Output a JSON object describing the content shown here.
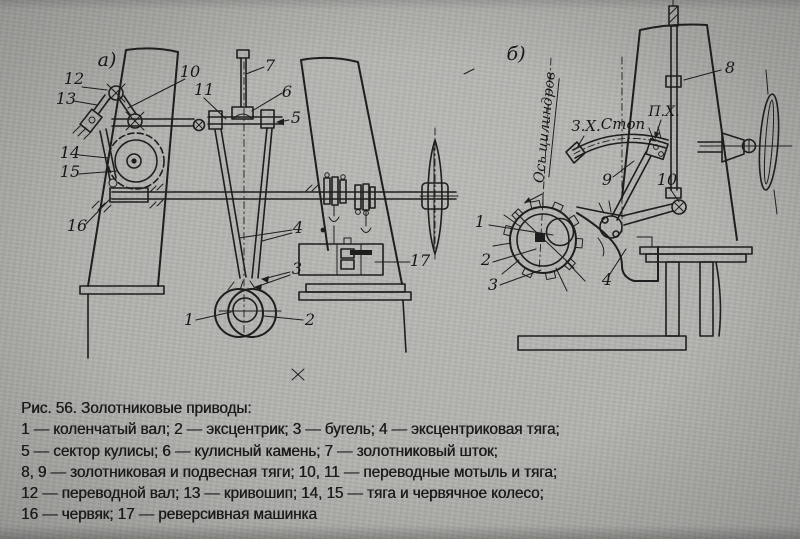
{
  "page": {
    "paper_color": "#b2b2ae",
    "ink_color": "#1e1e1e"
  },
  "caption": {
    "title": "Рис. 56. Золотниковые приводы:",
    "lines": [
      "1 — коленчатый вал; 2 — эксцентрик; 3 — бугель; 4 — эксцентриковая тяга;",
      "5 — сектор кулисы; 6 — кулисный камень; 7 — золотниковый шток;",
      "8, 9 — золотниковая и подвесная тяги; 10, 11 — переводные мотыль и тяга;",
      "12 — переводной вал; 13 — кривошип; 14, 15 — тяга и червячное колесо;",
      "16 — червяк; 17 — реверсивная машинка"
    ]
  },
  "diagram_a": {
    "panel_label": "а)",
    "callouts": {
      "n1": "1",
      "n2": "2",
      "n3": "3",
      "n4": "4",
      "n5": "5",
      "n6": "6",
      "n7": "7",
      "n10": "10",
      "n11": "11",
      "n12": "12",
      "n13": "13",
      "n14": "14",
      "n15": "15",
      "n16": "16",
      "n17": "17"
    }
  },
  "diagram_b": {
    "panel_label": "б)",
    "axis_label": "Ось цилиндров",
    "labels": {
      "back": "З.Х.",
      "stop": "Стоп",
      "forward": "П.Х."
    },
    "callouts": {
      "n1": "1",
      "n2": "2",
      "n3": "3",
      "n4": "4",
      "n8": "8",
      "n9": "9",
      "n10": "10"
    }
  }
}
